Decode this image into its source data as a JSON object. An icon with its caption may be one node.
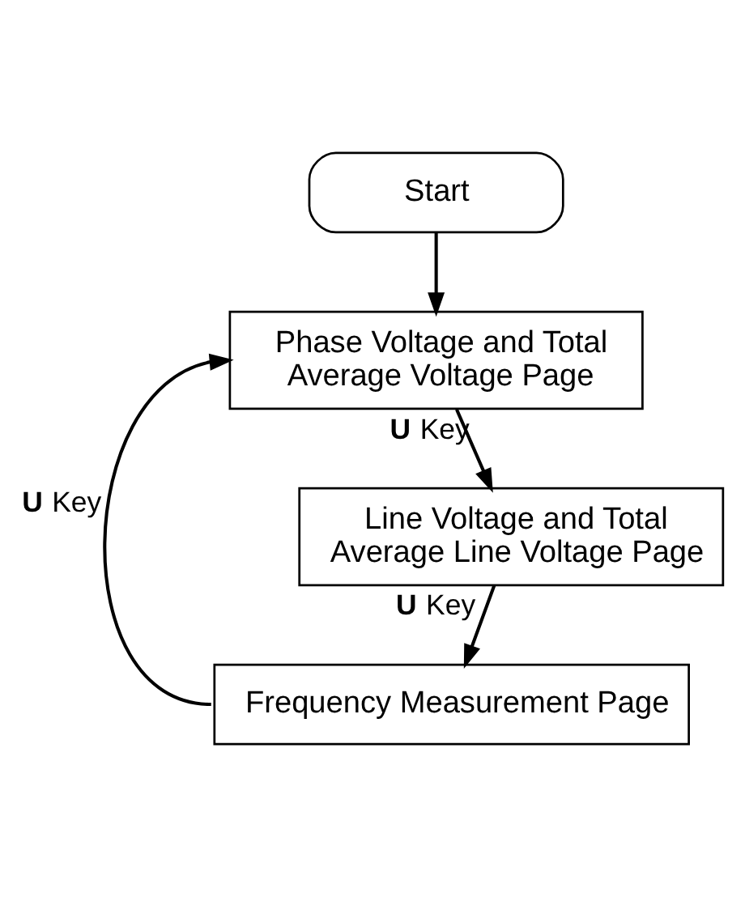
{
  "diagram": {
    "nodes": [
      {
        "text": [
          "Start"
        ]
      },
      {
        "text": [
          "Phase Voltage and Total Average Voltage Page"
        ]
      },
      {
        "text": [
          "Line Voltage and Total Average Line Voltage Page"
        ]
      },
      {
        "text": [
          "Frequency Measurement Page"
        ]
      }
    ],
    "edges": [
      {
        "from": 0,
        "to": 1,
        "arrow": "to"
      },
      {
        "from": 1,
        "to": 2,
        "arrow": "to",
        "label": "**U** Key"
      },
      {
        "from": 2,
        "to": 3,
        "arrow": "to",
        "label": "**U** Key"
      },
      {
        "from": 3,
        "to": 1,
        "arrow": "to",
        "label": "**U** Key"
      }
    ]
  }
}
